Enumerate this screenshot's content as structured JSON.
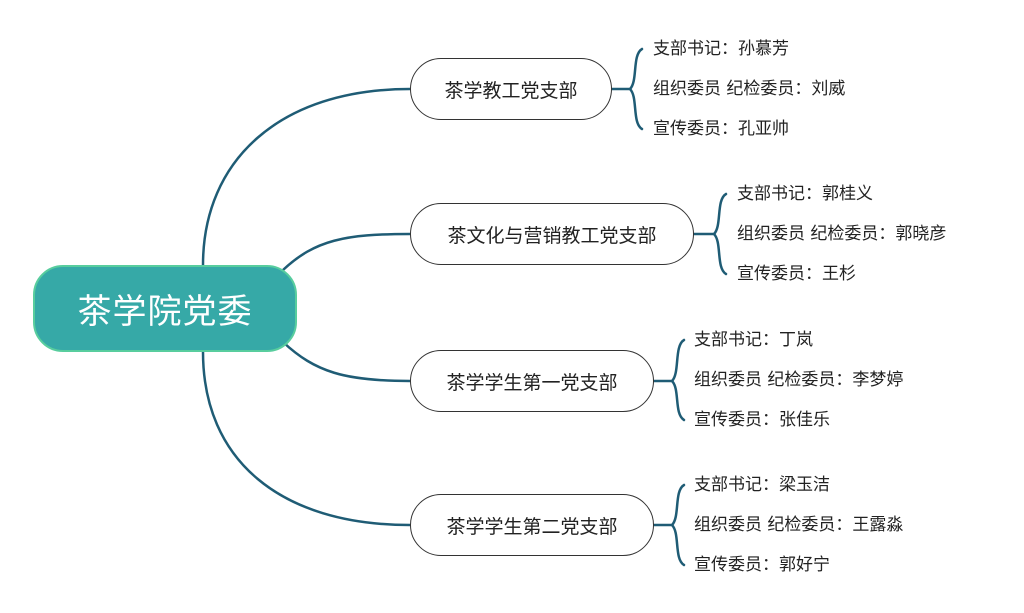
{
  "root": {
    "label": "茶学院党委"
  },
  "colors": {
    "root_fill": "#36a9a7",
    "root_border": "#58cd9e",
    "connector": "#1f5c75",
    "node_border": "#333333",
    "text": "#222222"
  },
  "branches": [
    {
      "label": "茶学教工党支部",
      "items": [
        "支部书记：孙慕芳",
        "组织委员 纪检委员：刘威",
        "宣传委员：孔亚帅"
      ]
    },
    {
      "label": "茶文化与营销教工党支部",
      "items": [
        "支部书记：郭桂义",
        "组织委员 纪检委员：郭晓彦",
        "宣传委员：王杉"
      ]
    },
    {
      "label": "茶学学生第一党支部",
      "items": [
        "支部书记：丁岚",
        "组织委员 纪检委员：李梦婷",
        "宣传委员：张佳乐"
      ]
    },
    {
      "label": "茶学学生第二党支部",
      "items": [
        "支部书记：梁玉洁",
        "组织委员 纪检委员：王露淼",
        "宣传委员：郭好宁"
      ]
    }
  ]
}
